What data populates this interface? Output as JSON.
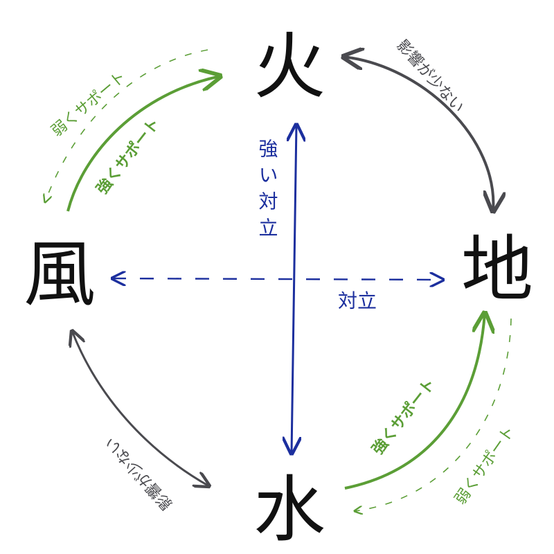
{
  "elements": {
    "fire": "火",
    "earth": "地",
    "water": "水",
    "wind": "風"
  },
  "labels": {
    "strong_opposition": "強い対立",
    "opposition": "対立",
    "strong_support": "強くサポート",
    "weak_support": "弱くサポート",
    "little_influence": "影響が少ない"
  },
  "colors": {
    "blue": "#1c2f9e",
    "green": "#5b9e36",
    "gray": "#4a4a4f",
    "black": "#111111"
  }
}
